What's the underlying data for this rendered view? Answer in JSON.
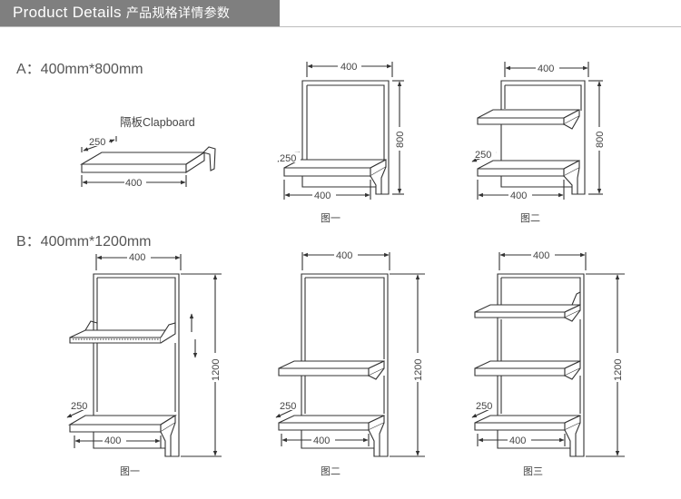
{
  "header": {
    "title_en": "Product Details",
    "title_cn": "产品规格详情参数"
  },
  "section_a": {
    "label": "A：400mm*800mm",
    "clapboard": {
      "label": "隔板Clapboard",
      "depth": "250",
      "width": "400"
    },
    "figures": [
      {
        "caption": "图一",
        "top_width": "400",
        "height": "800",
        "shelf_depth": "250",
        "base_width": "400"
      },
      {
        "caption": "图二",
        "top_width": "400",
        "height": "800",
        "shelf_depth": "250",
        "base_width": "400"
      }
    ]
  },
  "section_b": {
    "label": "B：400mm*1200mm",
    "figures": [
      {
        "caption": "图一",
        "top_width": "400",
        "height": "1200",
        "shelf_depth": "250",
        "base_width": "400"
      },
      {
        "caption": "图二",
        "top_width": "400",
        "height": "1200",
        "shelf_depth": "250",
        "base_width": "400"
      },
      {
        "caption": "图三",
        "top_width": "400",
        "height": "1200",
        "shelf_depth": "250",
        "base_width": "400"
      }
    ]
  },
  "colors": {
    "header_bg": "#7f7f7f",
    "line": "#333333"
  }
}
